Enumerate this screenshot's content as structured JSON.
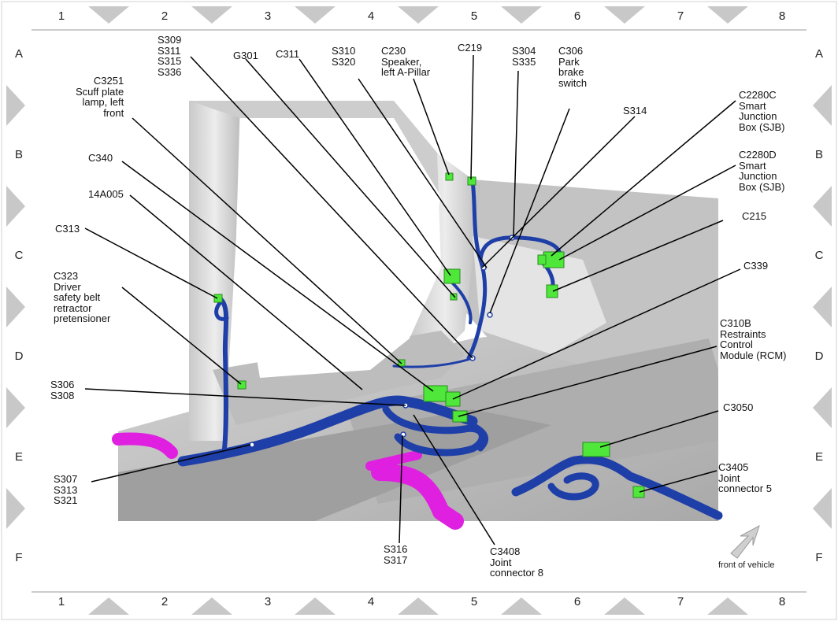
{
  "grid": {
    "columns": [
      "1",
      "2",
      "3",
      "4",
      "5",
      "6",
      "7",
      "8"
    ],
    "rows": [
      "A",
      "B",
      "C",
      "D",
      "E",
      "F"
    ]
  },
  "labels": [
    {
      "id": "s309",
      "lines": [
        "S309",
        "S311",
        "S315",
        "S336"
      ]
    },
    {
      "id": "g301",
      "lines": [
        "G301"
      ]
    },
    {
      "id": "c311",
      "lines": [
        "C311"
      ]
    },
    {
      "id": "s310",
      "lines": [
        "S310",
        "S320"
      ]
    },
    {
      "id": "c230",
      "lines": [
        "C230",
        "Speaker,",
        "left A-Pillar"
      ]
    },
    {
      "id": "c219",
      "lines": [
        "C219"
      ]
    },
    {
      "id": "s304",
      "lines": [
        "S304",
        "S335"
      ]
    },
    {
      "id": "c306",
      "lines": [
        "C306",
        "Park",
        "brake",
        "switch"
      ]
    },
    {
      "id": "c3251",
      "lines": [
        "C3251",
        "Scuff plate",
        "lamp, left",
        "front"
      ]
    },
    {
      "id": "s314",
      "lines": [
        "S314"
      ]
    },
    {
      "id": "c2280c",
      "lines": [
        "C2280C",
        "Smart",
        "Junction",
        "Box (SJB)"
      ]
    },
    {
      "id": "c340",
      "lines": [
        "C340"
      ]
    },
    {
      "id": "c2280d",
      "lines": [
        "C2280D",
        "Smart",
        "Junction",
        "Box (SJB)"
      ]
    },
    {
      "id": "a14",
      "lines": [
        "14A005"
      ]
    },
    {
      "id": "c215",
      "lines": [
        "C215"
      ]
    },
    {
      "id": "c313",
      "lines": [
        "C313"
      ]
    },
    {
      "id": "c323",
      "lines": [
        "C323",
        "Driver",
        "safety belt",
        "retractor",
        "pretensioner"
      ]
    },
    {
      "id": "c339",
      "lines": [
        "C339"
      ]
    },
    {
      "id": "c310b",
      "lines": [
        "C310B",
        "Restraints",
        "Control",
        "Module (RCM)"
      ]
    },
    {
      "id": "s306",
      "lines": [
        "S306",
        "S308"
      ]
    },
    {
      "id": "c3050",
      "lines": [
        "C3050"
      ]
    },
    {
      "id": "s307",
      "lines": [
        "S307",
        "S313",
        "S321"
      ]
    },
    {
      "id": "c3405",
      "lines": [
        "C3405",
        "Joint",
        "connector 5"
      ]
    },
    {
      "id": "s316",
      "lines": [
        "S316",
        "S317"
      ]
    },
    {
      "id": "c3408",
      "lines": [
        "C3408",
        "Joint",
        "connector 8"
      ]
    }
  ],
  "footnote": "front of vehicle",
  "colors": {
    "harness": "#1f3fa8",
    "harness_dark": "#14286e",
    "connector": "#4fe83a",
    "magenta_harness": "#e020e0",
    "body_panel": "#b9b9b9",
    "grid_triangle": "#c8c8c8",
    "leader": "#000000"
  }
}
